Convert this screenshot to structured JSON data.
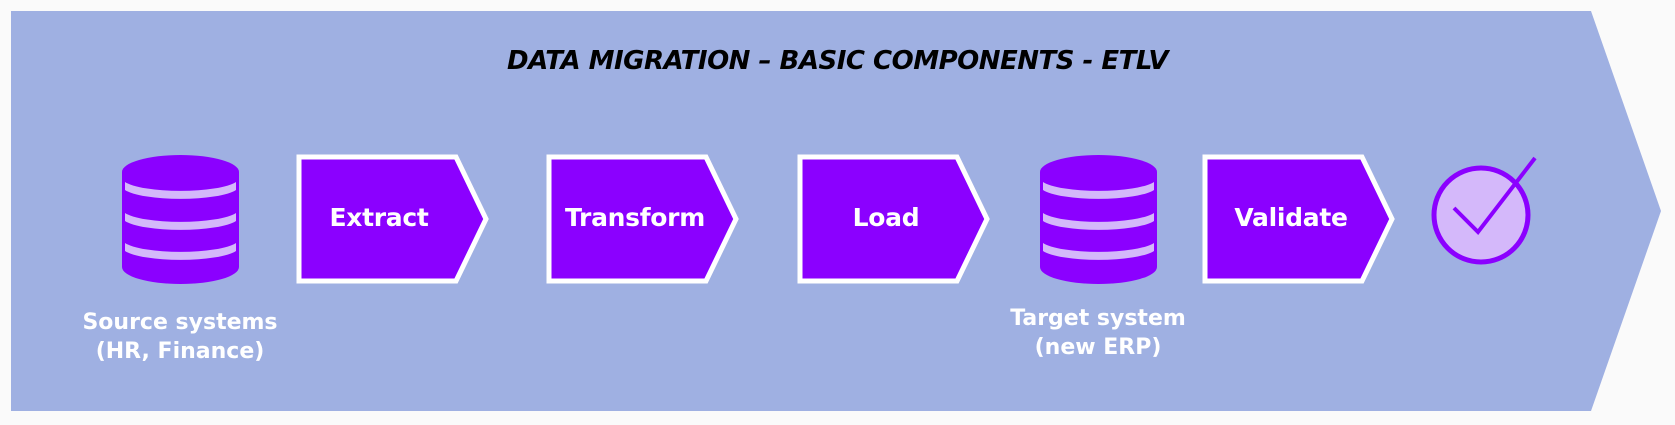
{
  "title": "DATA MIGRATION – BASIC COMPONENTS - ETLV",
  "colors": {
    "page_background": "#fafafa",
    "banner": "#9fb0e2",
    "step_fill": "#8b00ff",
    "step_border": "#ffffff",
    "accent_light": "#d4b8fa",
    "text_light": "#ffffff",
    "title_text": "#000000"
  },
  "nodes": [
    {
      "type": "database",
      "name": "source-database",
      "caption_lines": [
        "Source systems",
        "(HR, Finance)"
      ]
    },
    {
      "type": "step",
      "name": "extract",
      "label": "Extract"
    },
    {
      "type": "step",
      "name": "transform",
      "label": "Transform"
    },
    {
      "type": "step",
      "name": "load",
      "label": "Load"
    },
    {
      "type": "database",
      "name": "target-database",
      "caption_lines": [
        "Target system",
        "(new ERP)"
      ]
    },
    {
      "type": "step",
      "name": "validate",
      "label": "Validate"
    },
    {
      "type": "check",
      "name": "validated-check"
    }
  ],
  "captions": {
    "source": {
      "line1": "Source systems",
      "line2": "(HR, Finance)"
    },
    "target": {
      "line1": "Target system",
      "line2": "(new ERP)"
    }
  },
  "steps": {
    "extract": "Extract",
    "transform": "Transform",
    "load": "Load",
    "validate": "Validate"
  }
}
